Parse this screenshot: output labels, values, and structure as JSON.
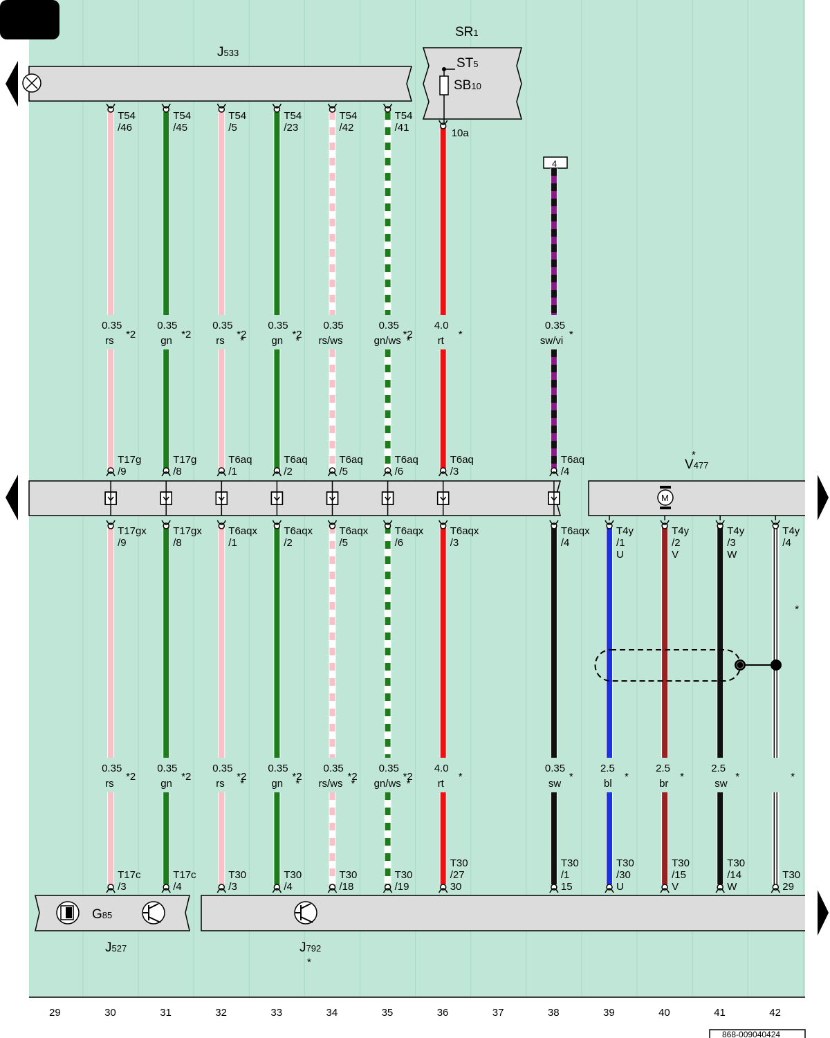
{
  "components": {
    "J533": {
      "name": "J",
      "sub": "533"
    },
    "SR1": {
      "name": "SR",
      "sub": "1"
    },
    "ST5": {
      "name": "ST",
      "sub": "5"
    },
    "SB10": {
      "name": "SB",
      "sub": "10"
    },
    "V477": {
      "name": "V",
      "sub": "477",
      "mark": "*"
    },
    "G85": {
      "name": "G",
      "sub": "85"
    },
    "J527": {
      "name": "J",
      "sub": "527"
    },
    "J792": {
      "name": "J",
      "sub": "792",
      "mark": "*"
    }
  },
  "ground_marker": "4",
  "fuse_pin": "10a",
  "motor_label": "M",
  "column_numbers": [
    "29",
    "30",
    "31",
    "32",
    "33",
    "34",
    "35",
    "36",
    "37",
    "38",
    "39",
    "40",
    "41",
    "42"
  ],
  "doc_number": "868-009040424",
  "wires": [
    {
      "col": 30,
      "color1": "#f9c0c8",
      "color2": "",
      "top_pin": [
        "T54",
        "/46"
      ],
      "mid1": {
        "size": "0.35",
        "code": "rs",
        "note1": "*2",
        "note2": ""
      },
      "up_pin": [
        "T17g",
        "/9"
      ],
      "low_pin": [
        "T17gx",
        "/9"
      ],
      "mid2": {
        "size": "0.35",
        "code": "rs",
        "note1": "*2",
        "note2": ""
      },
      "bot_pin": [
        "T17c",
        "/3",
        ""
      ]
    },
    {
      "col": 31,
      "color1": "#1c7d1c",
      "color2": "",
      "top_pin": [
        "T54",
        "/45"
      ],
      "mid1": {
        "size": "0.35",
        "code": "gn",
        "note1": "*2",
        "note2": ""
      },
      "up_pin": [
        "T17g",
        "/8"
      ],
      "low_pin": [
        "T17gx",
        "/8"
      ],
      "mid2": {
        "size": "0.35",
        "code": "gn",
        "note1": "*2",
        "note2": ""
      },
      "bot_pin": [
        "T17c",
        "/4",
        ""
      ]
    },
    {
      "col": 32,
      "color1": "#f9c0c8",
      "color2": "",
      "top_pin": [
        "T54",
        "/5"
      ],
      "mid1": {
        "size": "0.35",
        "code": "rs",
        "note1": "*2",
        "note2": "*"
      },
      "up_pin": [
        "T6aq",
        "/1"
      ],
      "low_pin": [
        "T6aqx",
        "/1"
      ],
      "mid2": {
        "size": "0.35",
        "code": "rs",
        "note1": "*2",
        "note2": "*"
      },
      "bot_pin": [
        "T30",
        "/3",
        ""
      ]
    },
    {
      "col": 33,
      "color1": "#1c7d1c",
      "color2": "",
      "top_pin": [
        "T54",
        "/23"
      ],
      "mid1": {
        "size": "0.35",
        "code": "gn",
        "note1": "*2",
        "note2": "*"
      },
      "up_pin": [
        "T6aq",
        "/2"
      ],
      "low_pin": [
        "T6aqx",
        "/2"
      ],
      "mid2": {
        "size": "0.35",
        "code": "gn",
        "note1": "*2",
        "note2": "*"
      },
      "bot_pin": [
        "T30",
        "/4",
        ""
      ]
    },
    {
      "col": 34,
      "color1": "#f9c0c8",
      "color2": "#ffffff",
      "top_pin": [
        "T54",
        "/42"
      ],
      "mid1": {
        "size": "0.35",
        "code": "rs/ws",
        "note1": "",
        "note2": ""
      },
      "up_pin": [
        "T6aq",
        "/5"
      ],
      "low_pin": [
        "T6aqx",
        "/5"
      ],
      "mid2": {
        "size": "0.35",
        "code": "rs/ws",
        "note1": "*2",
        "note2": "*"
      },
      "bot_pin": [
        "T30",
        "/18",
        ""
      ]
    },
    {
      "col": 35,
      "color1": "#1c7d1c",
      "color2": "#ffffff",
      "top_pin": [
        "T54",
        "/41"
      ],
      "mid1": {
        "size": "0.35",
        "code": "gn/ws",
        "note1": "*2",
        "note2": "*"
      },
      "up_pin": [
        "T6aq",
        "/6"
      ],
      "low_pin": [
        "T6aqx",
        "/6"
      ],
      "mid2": {
        "size": "0.35",
        "code": "gn/ws",
        "note1": "*2",
        "note2": "*"
      },
      "bot_pin": [
        "T30",
        "/19",
        ""
      ]
    },
    {
      "col": 36,
      "color1": "#ee1111",
      "color2": "",
      "top_pin": [
        "",
        "10a"
      ],
      "mid1": {
        "size": "4.0",
        "code": "rt",
        "note1": "*",
        "note2": ""
      },
      "up_pin": [
        "T6aq",
        "/3"
      ],
      "low_pin": [
        "T6aqx",
        "/3"
      ],
      "mid2": {
        "size": "4.0",
        "code": "rt",
        "note1": "*",
        "note2": ""
      },
      "bot_pin": [
        "T30",
        "/27",
        "30"
      ]
    },
    {
      "col": 38,
      "color1": "#111111",
      "color2": "#8a1a8a",
      "top_pin": [
        "",
        ""
      ],
      "mid1": {
        "size": "0.35",
        "code": "sw/vi",
        "note1": "*",
        "note2": ""
      },
      "up_pin": [
        "T6aq",
        "/4"
      ],
      "low_pin": [
        "T6aqx",
        "/4"
      ],
      "mid2": {
        "size": "0.35",
        "code": "sw",
        "note1": "*",
        "note2": ""
      },
      "bot_pin": [
        "T30",
        "/1",
        "15"
      ],
      "lower_color1": "#111111",
      "lower_color2": ""
    },
    {
      "col": 39,
      "color1": "#1f33dd",
      "color2": "",
      "low_pin": [
        "T4y",
        "/1",
        "U"
      ],
      "mid2": {
        "size": "2.5",
        "code": "bl",
        "note1": "*",
        "note2": ""
      },
      "bot_pin": [
        "T30",
        "/30",
        "U"
      ]
    },
    {
      "col": 40,
      "color1": "#9b2020",
      "color2": "",
      "low_pin": [
        "T4y",
        "/2",
        "V"
      ],
      "mid2": {
        "size": "2.5",
        "code": "br",
        "note1": "*",
        "note2": ""
      },
      "bot_pin": [
        "T30",
        "/15",
        "V"
      ]
    },
    {
      "col": 41,
      "color1": "#111111",
      "color2": "",
      "low_pin": [
        "T4y",
        "/3",
        "W"
      ],
      "mid2": {
        "size": "2.5",
        "code": "sw",
        "note1": "*",
        "note2": ""
      },
      "bot_pin": [
        "T30",
        "/14",
        "W"
      ]
    },
    {
      "col": 42,
      "color1": "#ffffff",
      "color2": "",
      "low_pin": [
        "T4y",
        "/4",
        ""
      ],
      "mid2": {
        "size": "",
        "code": "",
        "note1": "*",
        "note2": ""
      },
      "bot_pin": [
        "T30",
        "29",
        ""
      ],
      "side_note": "*"
    }
  ]
}
